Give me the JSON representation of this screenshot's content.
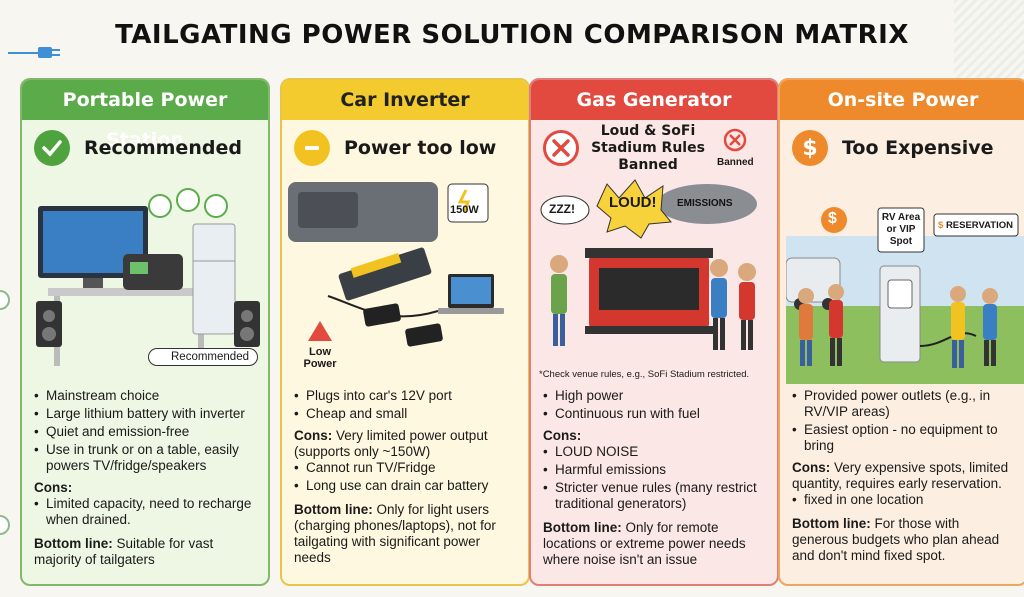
{
  "title": "TAILGATING POWER SOLUTION COMPARISON MATRIX",
  "cards": [
    {
      "header": "Portable Power Station",
      "status": "Recommended",
      "status_icon": "check-icon",
      "illus_label": "Recommended",
      "pros": [
        "Mainstream choice",
        "Large lithium battery with inverter",
        "Quiet and emission-free",
        "Use in trunk or on a table, easily powers TV/fridge/speakers"
      ],
      "cons_label": "Cons:",
      "cons": [
        "Limited capacity, need to recharge when drained."
      ],
      "bottom_label": "Bottom line:",
      "bottom_text": " Suitable for vast majority of tailgaters"
    },
    {
      "header": "Car Inverter",
      "status": "Power too low",
      "status_icon": "minus-icon",
      "watt": "150W",
      "low_power": "Low Power",
      "pros": [
        "Plugs into car's 12V port",
        "Cheap and small"
      ],
      "cons_label": "Cons:",
      "cons_text": " Very limited power output (supports only ~150W)",
      "cons": [
        "Cannot run TV/Fridge",
        "Long use can drain car battery"
      ],
      "bottom_label": "Bottom line:",
      "bottom_text": " Only for light users (charging phones/laptops), not for tailgating with significant power needs"
    },
    {
      "header": "Gas Generator",
      "status": "Loud & SoFi Stadium Rules Banned",
      "status_icon": "x-icon",
      "banned": "Banned",
      "zzz": "ZZZ!",
      "loud": "LOUD!",
      "emissions": "EMISSIONS",
      "note": "*Check venue rules, e.g., SoFi Stadium restricted.",
      "pros": [
        "High power",
        "Continuous run with fuel"
      ],
      "cons_label": "Cons:",
      "cons": [
        "LOUD NOISE",
        "Harmful emissions",
        "Stricter venue rules (many restrict traditional generators)"
      ],
      "bottom_label": "Bottom line:",
      "bottom_text": " Only for remote locations or extreme power needs where noise isn't an issue"
    },
    {
      "header": "On-site Power",
      "status": "Too Expensive",
      "status_icon": "dollar-icon",
      "rv": "RV Area or VIP Spot",
      "reservation": "RESERVATION",
      "pros": [
        "Provided power outlets (e.g., in RV/VIP areas)",
        "Easiest option - no equipment to bring"
      ],
      "cons_label": "Cons:",
      "cons_text": " Very expensive spots, limited quantity, requires early reservation.",
      "cons": [
        "fixed in one location"
      ],
      "bottom_label": "Bottom line:",
      "bottom_text": " For those with generous budgets who plan ahead and don't mind fixed spot."
    }
  ],
  "colors": {
    "green": "#5bab4b",
    "yellow": "#f3cb2e",
    "red": "#e24a3f",
    "orange": "#ee8a2c"
  }
}
